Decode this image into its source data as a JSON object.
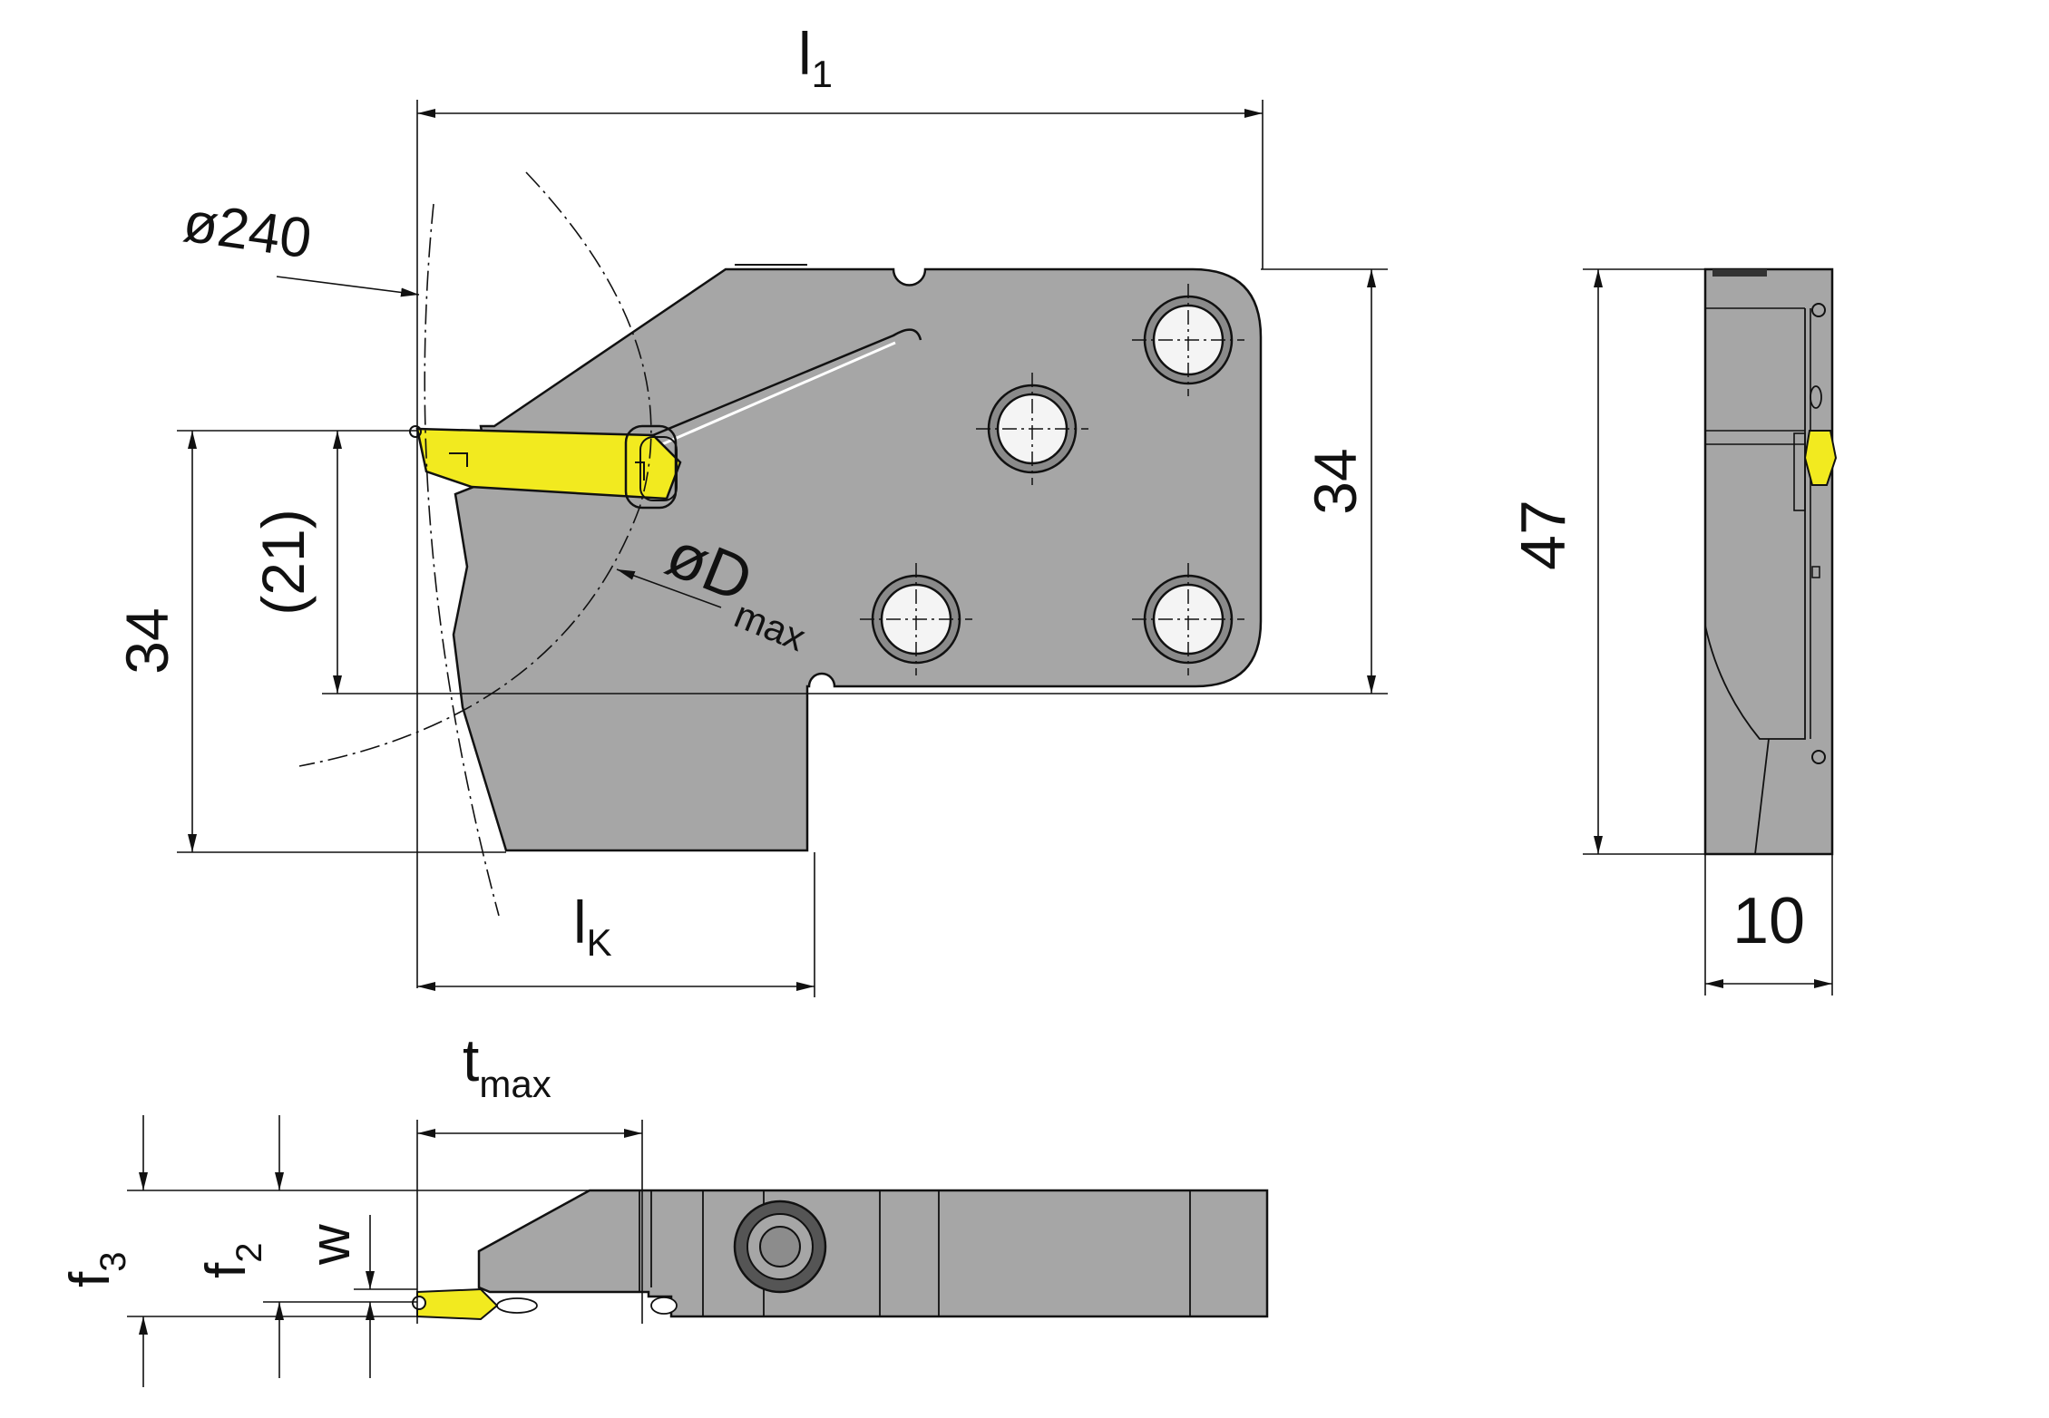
{
  "colors": {
    "body": "#a6a6a6",
    "body_dark": "#8c8c8c",
    "insert": "#f2ea1f",
    "line": "#111111",
    "hole": "#f4f4f4",
    "background": "#ffffff"
  },
  "front_view": {
    "l1": {
      "main": "l",
      "sub": "1"
    },
    "diameter_240": "ø240",
    "height_34_right": "34",
    "height_34_left": "34",
    "height_21": "(21)",
    "dmax": {
      "main": "øD",
      "sub": "max"
    },
    "lk": {
      "main": "l",
      "sub": "K"
    }
  },
  "side_view": {
    "height_47": "47",
    "width_10": "10"
  },
  "top_view": {
    "tmax": {
      "main": "t",
      "sub": "max"
    },
    "f3": {
      "main": "f",
      "sub": "3"
    },
    "f2": {
      "main": "f",
      "sub": "2"
    },
    "w": "w"
  }
}
